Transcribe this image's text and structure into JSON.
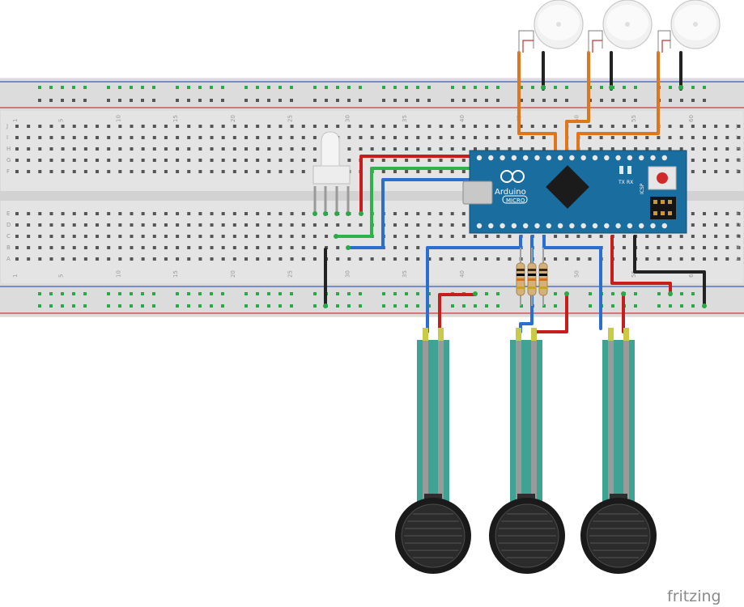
{
  "brand": "fritzing",
  "breadboard": {
    "column_numbers": [
      "1",
      "5",
      "10",
      "15",
      "20",
      "25",
      "30",
      "35",
      "40",
      "45",
      "50",
      "55",
      "60"
    ],
    "row_letters_top": [
      "J",
      "I",
      "H",
      "G",
      "F"
    ],
    "row_letters_bottom": [
      "E",
      "D",
      "C",
      "B",
      "A"
    ]
  },
  "arduino": {
    "name": "Arduino",
    "model": "MICRO",
    "led_labels": [
      "TX",
      "RX"
    ],
    "icsp_label": "ICSP"
  },
  "components": {
    "piezo_count": 3,
    "fsr_count": 3,
    "resistor_count": 3,
    "rgb_led_count": 1
  },
  "colors": {
    "wire_red": "#c81d1d",
    "wire_black": "#222222",
    "wire_blue": "#2a6fd0",
    "wire_green": "#2db34a",
    "wire_orange": "#e0761b",
    "board_blue": "#1a6d9f",
    "fsr_teal": "#3fa394",
    "hole_green": "#2aa84a"
  }
}
